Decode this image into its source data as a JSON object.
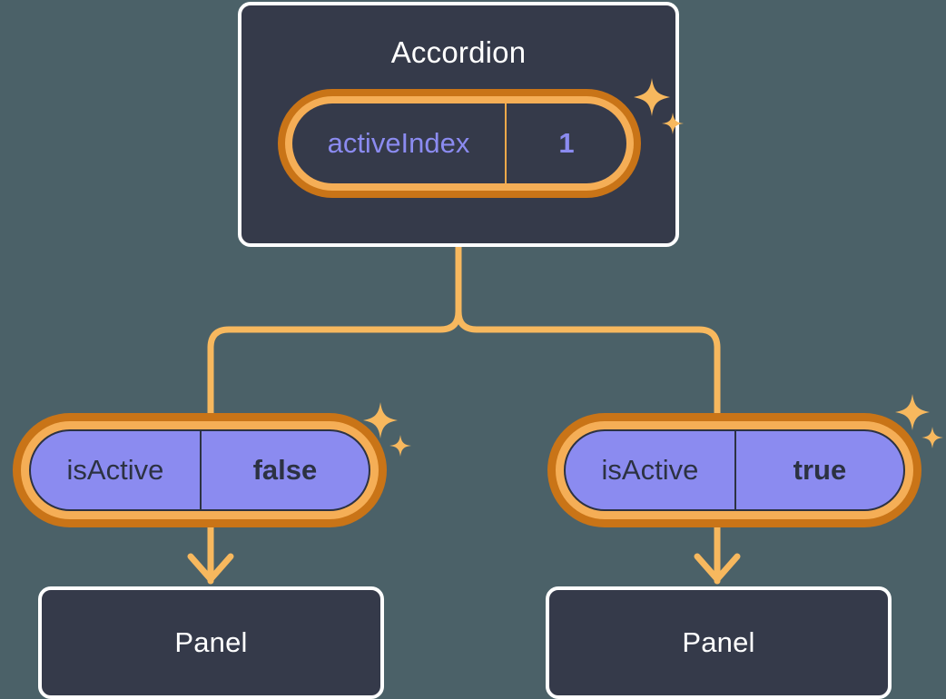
{
  "background_color": "#4b6168",
  "palette": {
    "node_fill": "#353a4a",
    "node_border": "#ffffff",
    "ring_outer": "#c97417",
    "ring_inner": "#f5ae56",
    "wire": "#f7b85e",
    "state_fill": "#8b8bf0",
    "state_text": "#2c3242",
    "accent_text": "#8b8bf0"
  },
  "diagram": {
    "type": "component-tree",
    "root": {
      "name": "accordion-component",
      "title": "Accordion",
      "state": {
        "key": "activeIndex",
        "value": "1"
      },
      "sparkle": "sparkle-icon"
    },
    "children": [
      {
        "name": "panel-left",
        "state": {
          "key": "isActive",
          "value": "false"
        },
        "component": {
          "title": "Panel"
        },
        "sparkle": "sparkle-icon"
      },
      {
        "name": "panel-right",
        "state": {
          "key": "isActive",
          "value": "true"
        },
        "component": {
          "title": "Panel"
        },
        "sparkle": "sparkle-icon"
      }
    ],
    "connectors": {
      "root_to_children": "branch-split",
      "state_to_panel": "down-arrow"
    }
  }
}
